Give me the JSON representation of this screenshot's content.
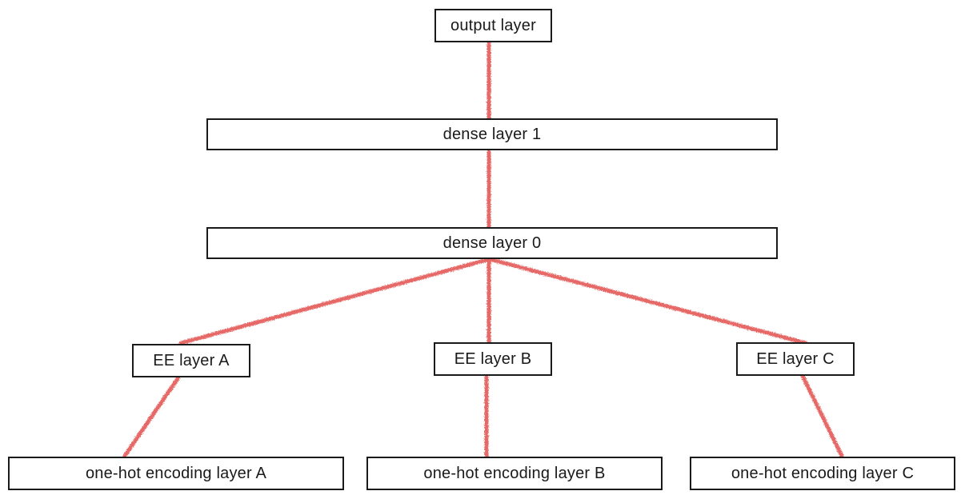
{
  "diagram": {
    "type": "neural-network-architecture",
    "connector_color": "#e5625e",
    "box_border_color": "#1a1a1a",
    "text_color": "#1a1a1a",
    "background_color": "#ffffff",
    "nodes": [
      {
        "id": "output-layer",
        "label": "output layer"
      },
      {
        "id": "dense-layer-1",
        "label": "dense layer 1"
      },
      {
        "id": "dense-layer-0",
        "label": "dense layer 0"
      },
      {
        "id": "ee-layer-a",
        "label": "EE layer A"
      },
      {
        "id": "ee-layer-b",
        "label": "EE layer B"
      },
      {
        "id": "ee-layer-c",
        "label": "EE layer C"
      },
      {
        "id": "onehot-layer-a",
        "label": "one-hot encoding layer A"
      },
      {
        "id": "onehot-layer-b",
        "label": "one-hot encoding layer B"
      },
      {
        "id": "onehot-layer-c",
        "label": "one-hot encoding layer C"
      }
    ],
    "edges": [
      {
        "from": "dense-layer-1",
        "to": "output-layer"
      },
      {
        "from": "dense-layer-0",
        "to": "dense-layer-1"
      },
      {
        "from": "ee-layer-a",
        "to": "dense-layer-0"
      },
      {
        "from": "ee-layer-b",
        "to": "dense-layer-0"
      },
      {
        "from": "ee-layer-c",
        "to": "dense-layer-0"
      },
      {
        "from": "onehot-layer-a",
        "to": "ee-layer-a"
      },
      {
        "from": "onehot-layer-b",
        "to": "ee-layer-b"
      },
      {
        "from": "onehot-layer-c",
        "to": "ee-layer-c"
      }
    ]
  }
}
